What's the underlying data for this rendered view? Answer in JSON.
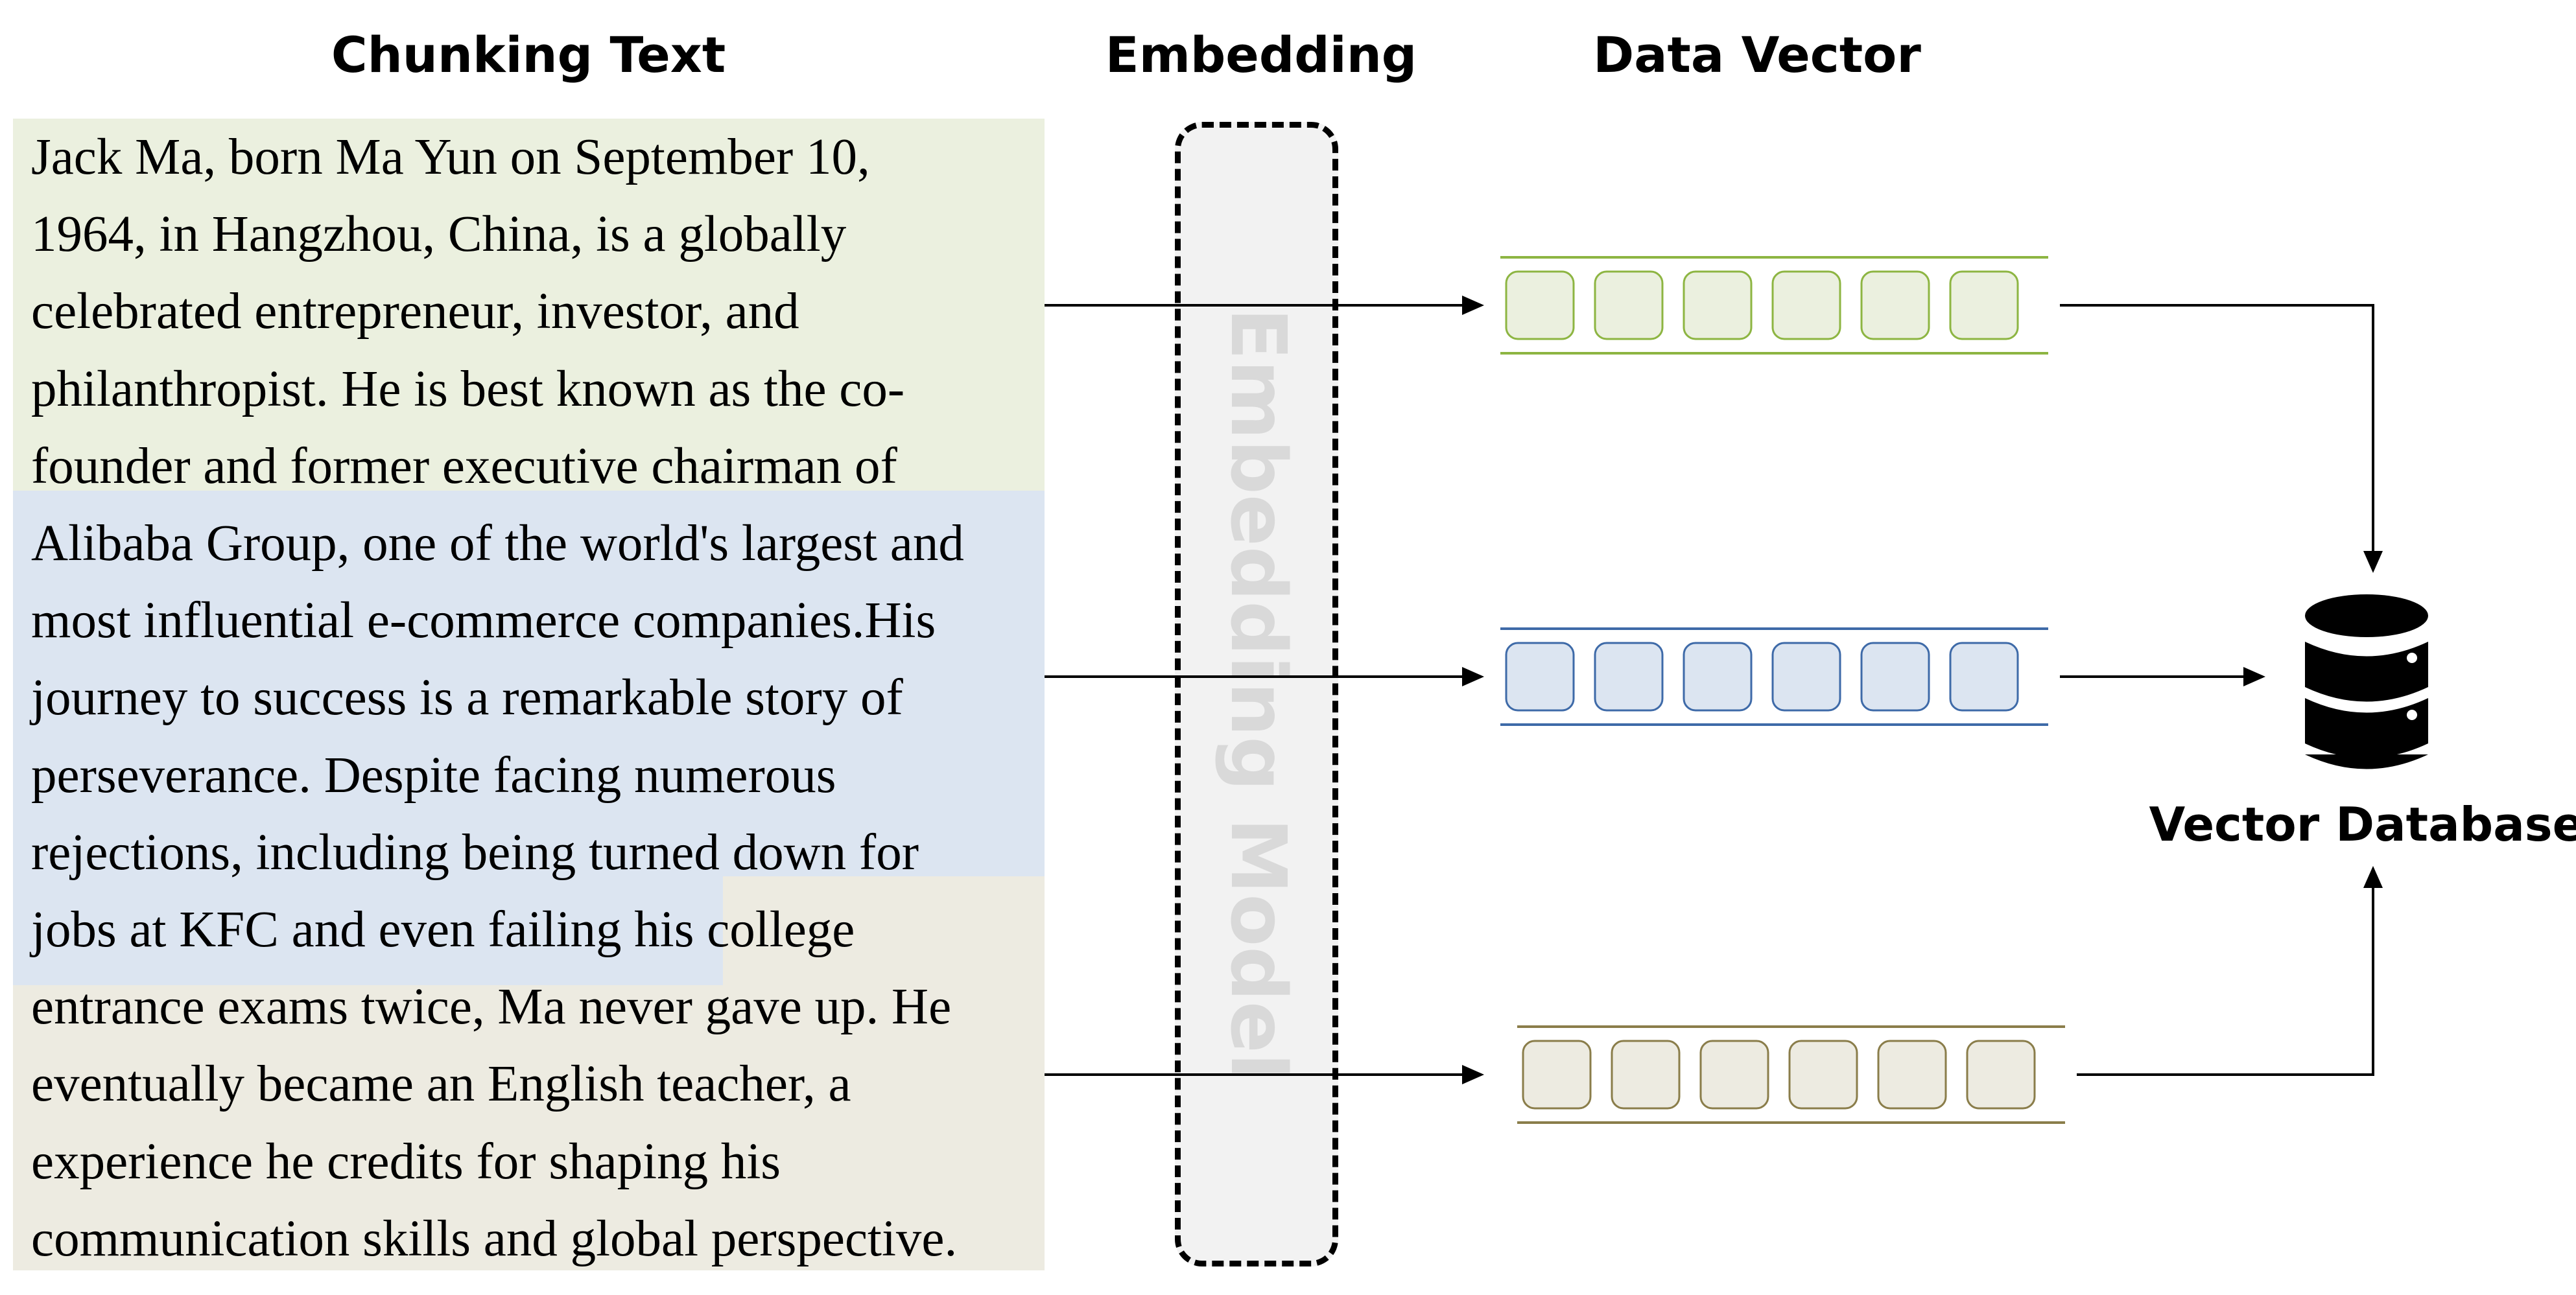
{
  "headings": {
    "chunking_text": "Chunking Text",
    "embedding": "Embedding",
    "data_vector": "Data Vector"
  },
  "embedding_model_label": "Embedding Model",
  "vector_database_label": "Vector Database",
  "text_lines": [
    "Jack Ma, born Ma Yun on September 10,",
    "1964, in Hangzhou, China, is a globally",
    "celebrated entrepreneur, investor, and",
    "philanthropist. He is best known as the co-",
    "founder and former executive chairman of",
    "Alibaba Group, one of the world's largest and",
    "most influential e-commerce companies.His",
    "journey to success is a remarkable story of",
    "perseverance. Despite facing numerous",
    "rejections, including being turned down for",
    "jobs at KFC and even failing his college",
    "entrance exams twice, Ma never gave up. He",
    "eventually became an English teacher, a",
    "experience he credits for shaping his",
    "communication skills and global perspective."
  ],
  "vectors": [
    {
      "name": "vector-green",
      "cells": 6,
      "fill": "#ebf0df",
      "stroke": "#8db542"
    },
    {
      "name": "vector-blue",
      "cells": 6,
      "fill": "#dce5f1",
      "stroke": "#3e6aa8"
    },
    {
      "name": "vector-tan",
      "cells": 6,
      "fill": "#edebe1",
      "stroke": "#8a7d4a"
    }
  ],
  "colors": {
    "chunk_green": "#ebf0df",
    "chunk_blue": "#dce5f1",
    "chunk_tan": "#edebe1",
    "embedding_model_fill": "#f2f2f2",
    "embedding_model_text": "#d9d9d9"
  },
  "icons": {
    "database": "database-icon"
  }
}
